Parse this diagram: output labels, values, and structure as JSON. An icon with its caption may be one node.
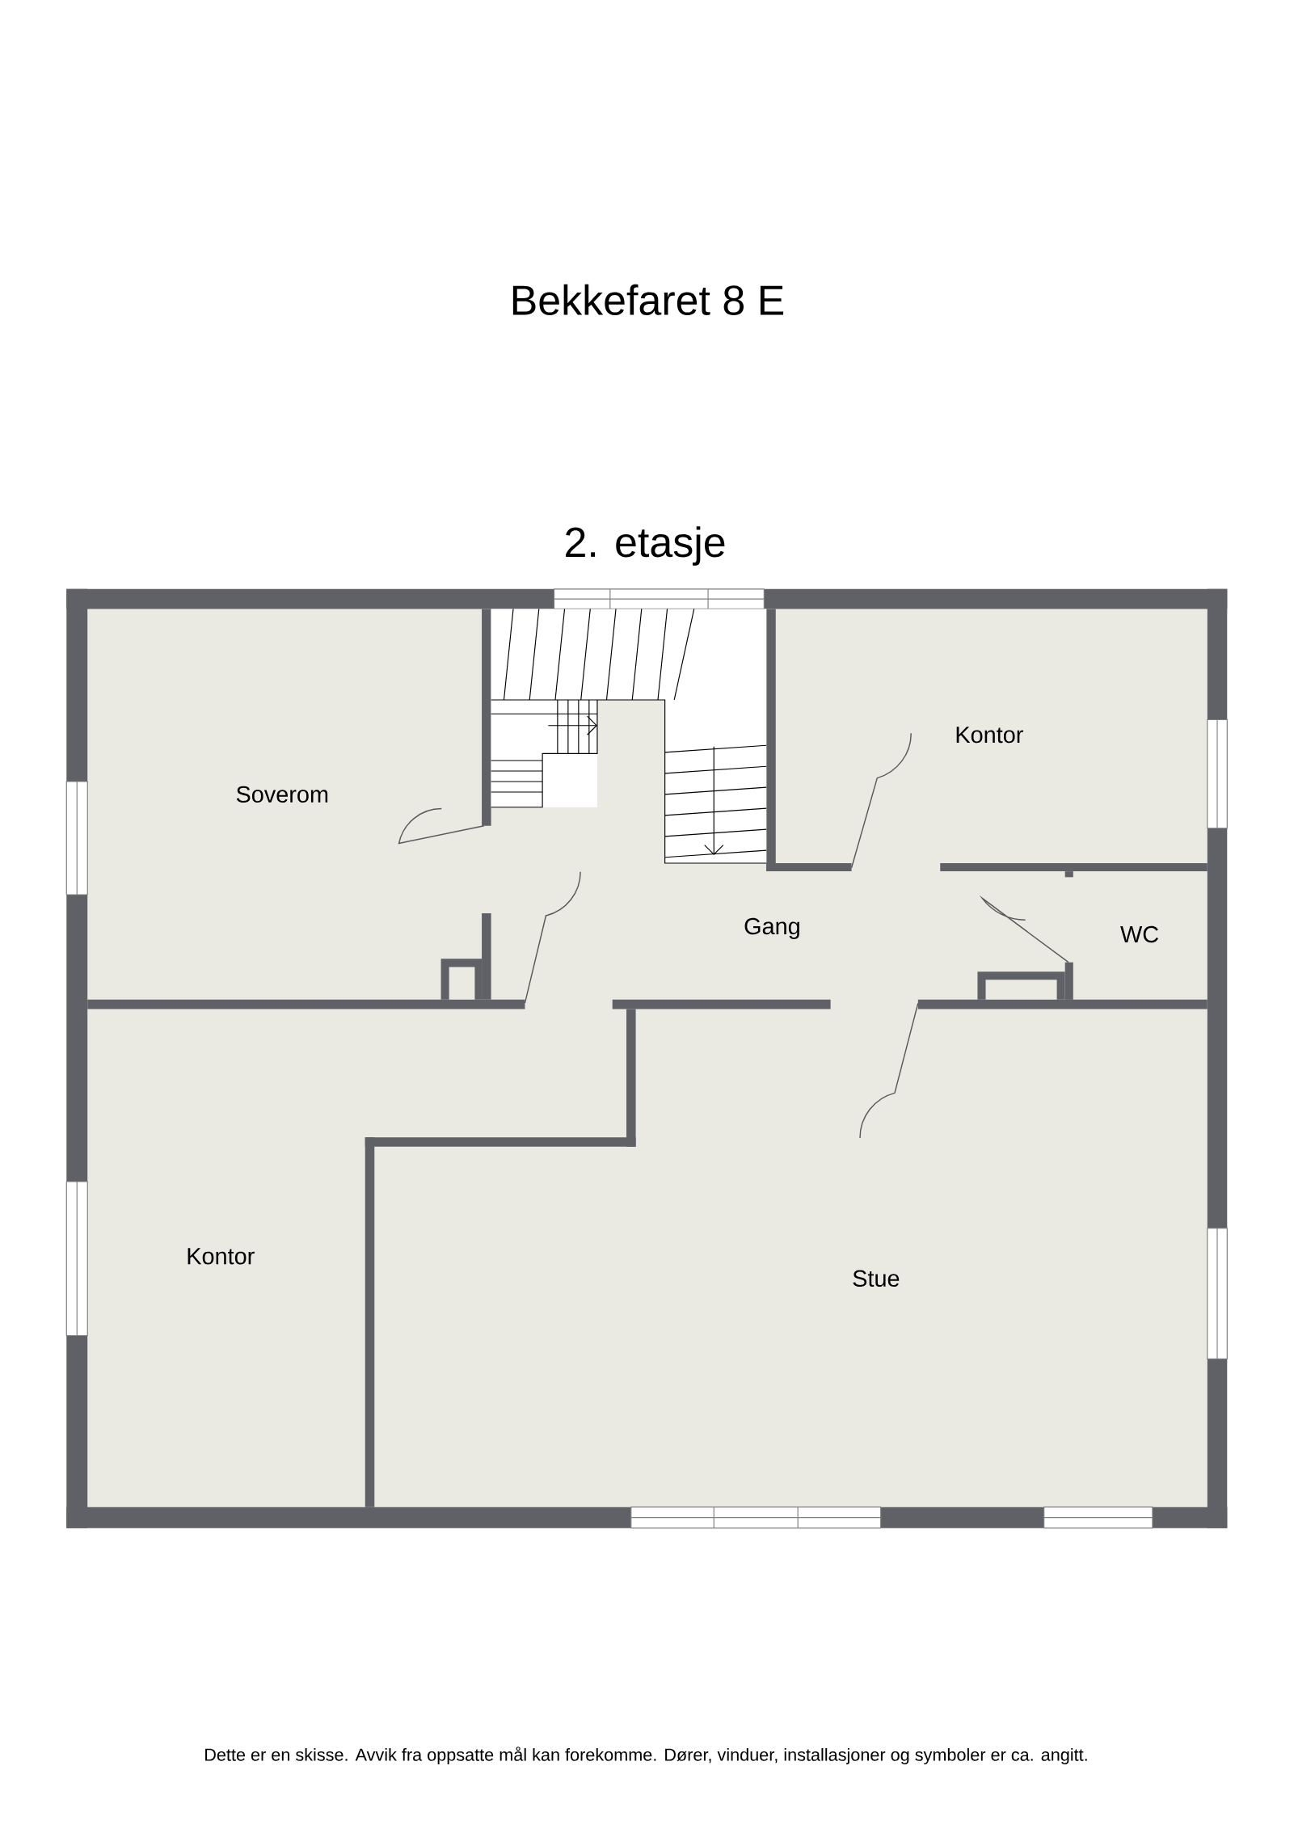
{
  "diagram": {
    "title": "Bekkefaret 8 E",
    "caption": "Dette er en skisse. Avvik fra oppsatte mål kan forekomme. Dører, vinduer, installasjoner og symboler er ca. angitt.",
    "labels": [
      "2. etasje",
      "Soverom",
      "Kontor",
      "Gang",
      "WC",
      "Kontor",
      "Stue"
    ]
  }
}
